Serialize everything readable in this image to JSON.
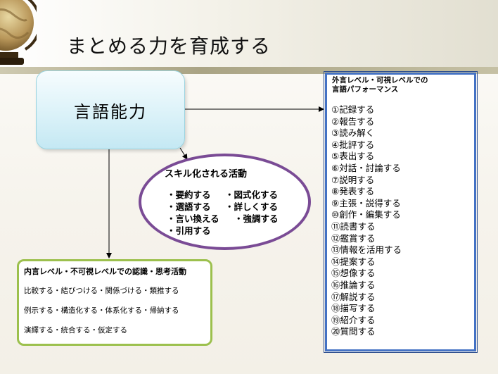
{
  "slide": {
    "title": "まとめる力を育成する"
  },
  "language_box": {
    "label": "言語能力"
  },
  "skill_ellipse": {
    "title": "スキル化される活動",
    "rows": [
      [
        "・要約する",
        "・図式化する"
      ],
      [
        "・選語する",
        "・詳しくする"
      ],
      [
        "・言い換える",
        "・強調する"
      ],
      [
        "・引用する",
        ""
      ]
    ]
  },
  "inner_box": {
    "title": "内言レベル・不可視レベルでの認識・思考活動",
    "lines": [
      "比較する・結びつける・関係づける・類推する",
      "例示する・構造化する・体系化する・帰納する",
      "演繹する・統合する・仮定する"
    ]
  },
  "performance_box": {
    "title_line1": "外言レベル・可視レベルでの",
    "title_line2": "言語パフォーマンス",
    "items": [
      "①記録する",
      "②報告する",
      "③読み解く",
      "④批評する",
      "⑤表出する",
      "⑥対話・討論する",
      "⑦説明する",
      "⑧発表する",
      "⑨主張・説得する",
      "⑩創作・編集する",
      "⑪読書する",
      "⑫鑑賞する",
      "⑬情報を活用する",
      "⑭提案する",
      "⑮想像する",
      "⑯推論する",
      "⑰解説する",
      "⑱描写する",
      "⑲紹介する",
      "⑳質問する"
    ]
  },
  "colors": {
    "ellipse_border": "#7a4b95",
    "inner_border": "#9cc04d",
    "perf_border": "#4472c4",
    "lang_fill": "#d9f1f8"
  },
  "icons": {
    "decor": "globe-icon"
  }
}
